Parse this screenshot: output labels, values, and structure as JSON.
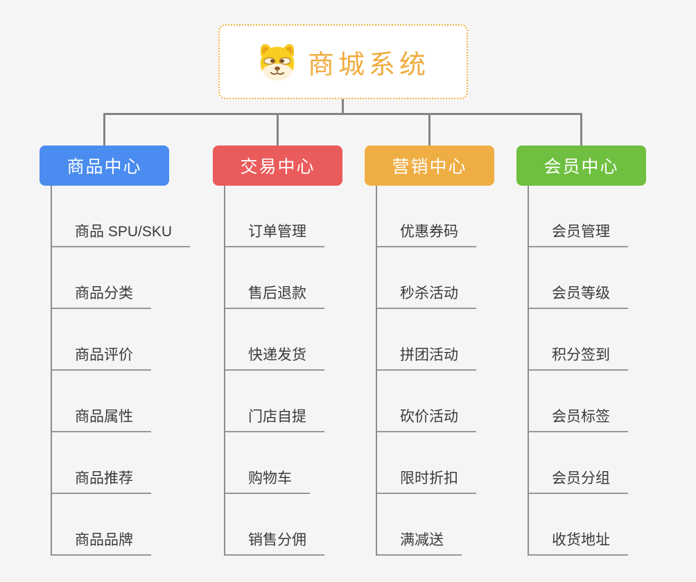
{
  "page": {
    "background": "#f5f5f5",
    "connector_color": "#848484"
  },
  "root": {
    "title": "商城系统",
    "icon": "doge-dog-face-icon",
    "text_color": "#F0AC3F",
    "border_color": "#F2B13E"
  },
  "branches": [
    {
      "label": "商品中心",
      "color": "#4A8CEF",
      "children": [
        "商品 SPU/SKU",
        "商品分类",
        "商品评价",
        "商品属性",
        "商品推荐",
        "商品品牌"
      ]
    },
    {
      "label": "交易中心",
      "color": "#EA5B5B",
      "children": [
        "订单管理",
        "售后退款",
        "快递发货",
        "门店自提",
        "购物车",
        "销售分佣"
      ]
    },
    {
      "label": "营销中心",
      "color": "#EFAE44",
      "children": [
        "优惠券码",
        "秒杀活动",
        "拼团活动",
        "砍价活动",
        "限时折扣",
        "满减送"
      ]
    },
    {
      "label": "会员中心",
      "color": "#6FC040",
      "children": [
        "会员管理",
        "会员等级",
        "积分签到",
        "会员标签",
        "会员分组",
        "收货地址"
      ]
    }
  ]
}
